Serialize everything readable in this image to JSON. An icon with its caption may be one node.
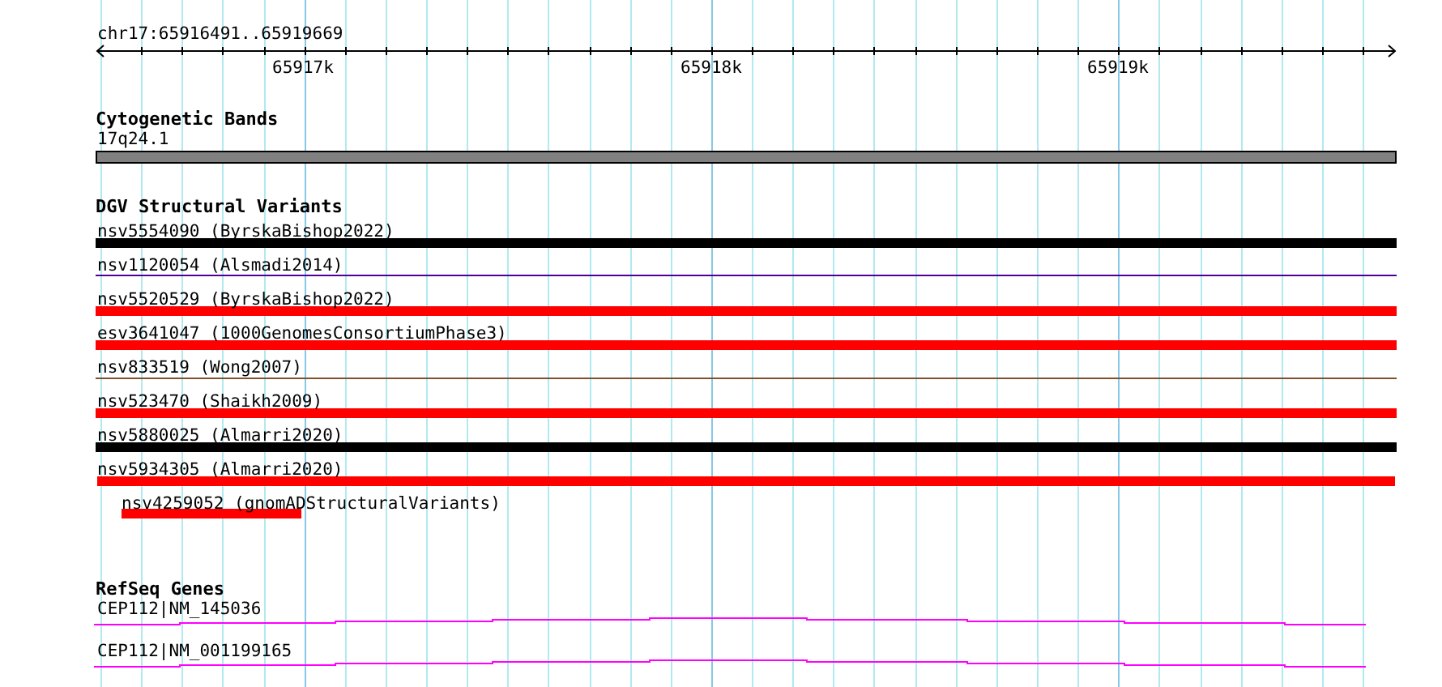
{
  "diagram": {
    "labels": [
      "chr17:65916491..65919669",
      "65917k",
      "65918k",
      "65919k",
      "Cytogenetic Bands",
      "17q24.1",
      "DGV Structural Variants",
      "nsv5554090 (ByrskaBishop2022)",
      "nsv1120054 (Alsmadi2014)",
      "nsv5520529 (ByrskaBishop2022)",
      "esv3641047 (1000GenomesConsortiumPhase3)",
      "nsv833519 (Wong2007)",
      "nsv523470 (Shaikh2009)",
      "nsv5880025 (Almarri2020)",
      "nsv5934305 (Almarri2020)",
      "nsv4259052 (gnomADStructuralVariants)",
      "RefSeq Genes",
      "CEP112|NM_145036",
      "CEP112|NM_001199165"
    ]
  }
}
